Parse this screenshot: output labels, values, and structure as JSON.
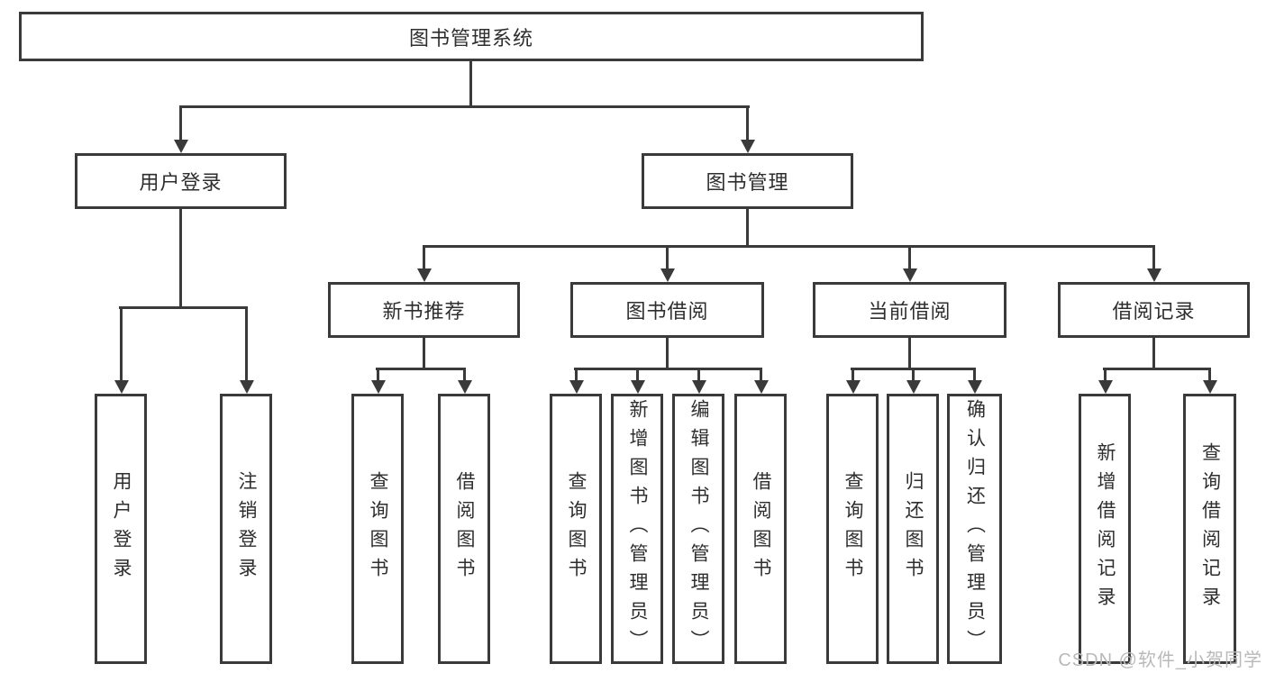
{
  "diagram": {
    "title": "图书管理系统",
    "branches": [
      {
        "label": "用户登录",
        "children": [
          "用户登录",
          "注销登录"
        ]
      },
      {
        "label": "图书管理",
        "sections": [
          {
            "label": "新书推荐",
            "children": [
              "查询图书",
              "借阅图书"
            ]
          },
          {
            "label": "图书借阅",
            "children": [
              "查询图书",
              "新增图书（管理员）",
              "编辑图书（管理员）",
              "借阅图书"
            ]
          },
          {
            "label": "当前借阅",
            "children": [
              "查询图书",
              "归还图书",
              "确认归还（管理员）"
            ]
          },
          {
            "label": "借阅记录",
            "children": [
              "新增借阅记录",
              "查询借阅记录"
            ]
          }
        ]
      }
    ],
    "watermark": "CSDN @软件_小贺同学",
    "colors": {
      "line": "#3a3a3a",
      "text": "#2e2e2e",
      "watermark": "#b9b9b9",
      "background": "#ffffff"
    }
  }
}
